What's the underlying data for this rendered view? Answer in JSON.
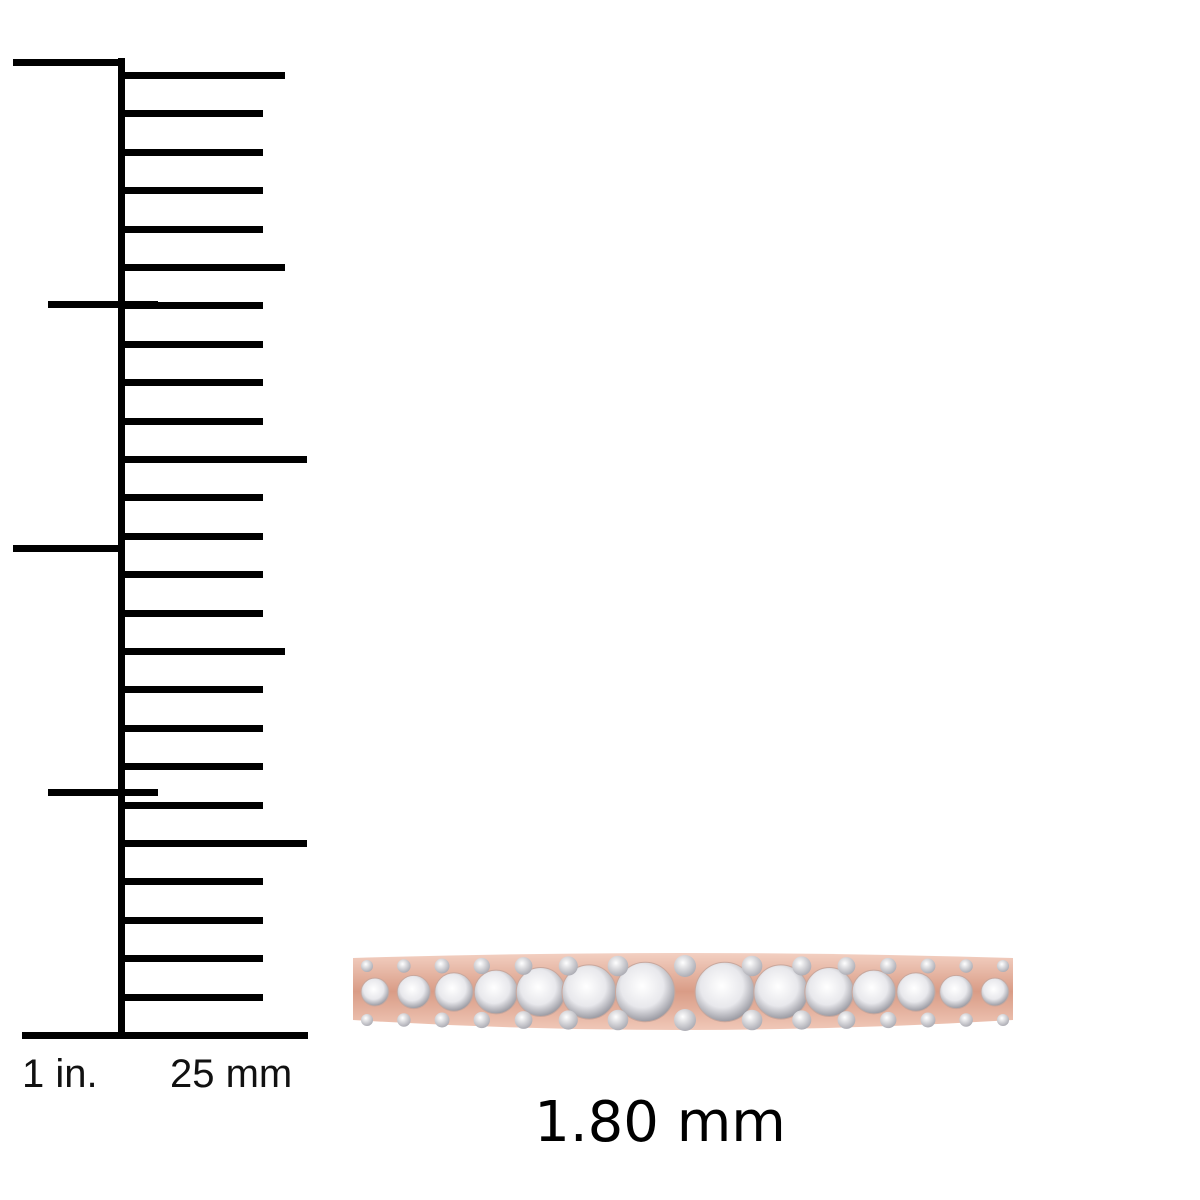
{
  "ruler": {
    "inch_label": "1 in.",
    "mm_label": "25 mm",
    "inch_ticks": 4,
    "mm_ticks": 25
  },
  "product": {
    "band_width_label": "1.80 mm",
    "metal_color": "#e8b4a0",
    "prong_color": "#e6e6e8",
    "stone_count_visible": 14
  }
}
